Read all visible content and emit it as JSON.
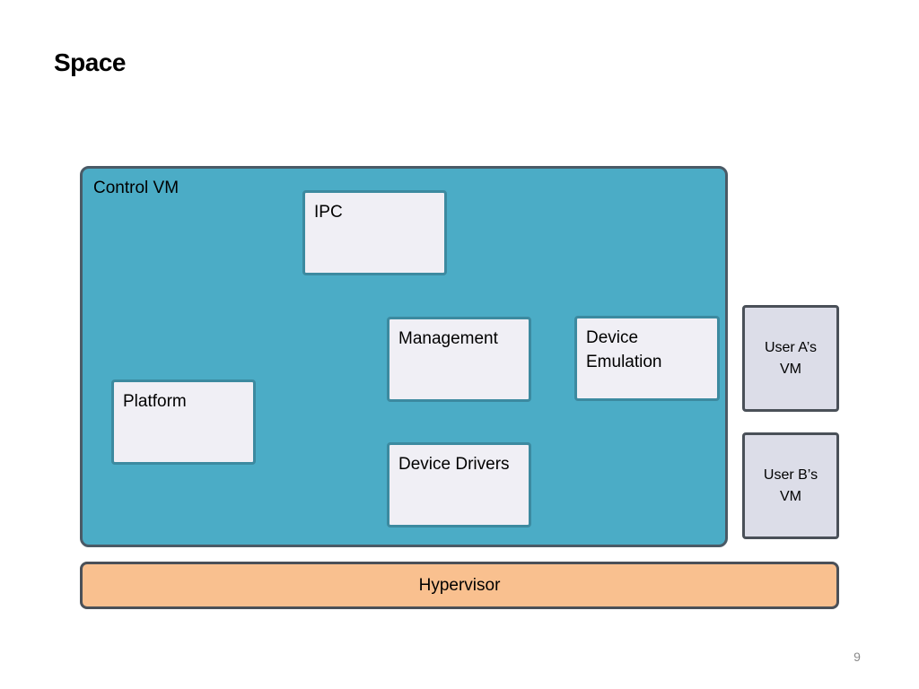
{
  "slide": {
    "title": "Space",
    "page_number": "9"
  },
  "control_vm": {
    "label": "Control VM",
    "components": {
      "ipc": "IPC",
      "management": "Management",
      "device_emulation": "Device Emulation",
      "platform": "Platform",
      "device_drivers": "Device Drivers"
    }
  },
  "user_vms": {
    "user_a": "User A’s VM",
    "user_b": "User B’s VM"
  },
  "hypervisor": {
    "label": "Hypervisor"
  },
  "colors": {
    "control_vm_fill": "#4bacc6",
    "component_fill": "#f0eff5",
    "user_vm_fill": "#dcdde8",
    "hypervisor_fill": "#f9c08f"
  }
}
